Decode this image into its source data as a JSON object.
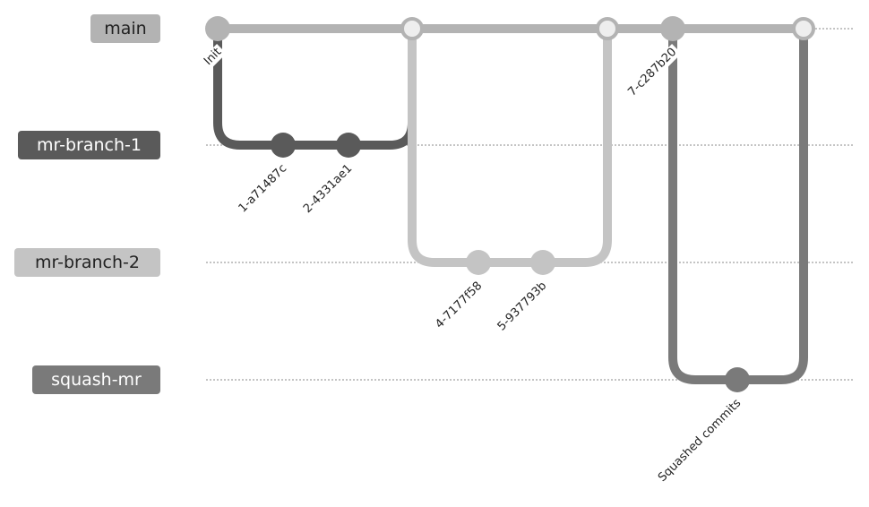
{
  "branches": [
    {
      "name": "main",
      "color": "#b3b3b3",
      "text_color": "#222222"
    },
    {
      "name": "mr-branch-1",
      "color": "#5a5a5a",
      "text_color": "#ffffff"
    },
    {
      "name": "mr-branch-2",
      "color": "#c4c4c4",
      "text_color": "#222222"
    },
    {
      "name": "squash-mr",
      "color": "#7a7a7a",
      "text_color": "#ffffff"
    }
  ],
  "commits": [
    {
      "id": "init",
      "label": "Init",
      "branch": "main"
    },
    {
      "id": "c1",
      "label": "1-a71487c",
      "branch": "mr-branch-1"
    },
    {
      "id": "c2",
      "label": "2-4331ae1",
      "branch": "mr-branch-1"
    },
    {
      "id": "c4",
      "label": "4-7177f58",
      "branch": "mr-branch-2"
    },
    {
      "id": "c5",
      "label": "5-937793b",
      "branch": "mr-branch-2"
    },
    {
      "id": "c7",
      "label": "7-c287b20",
      "branch": "main"
    },
    {
      "id": "sq",
      "label": "Squashed commits",
      "branch": "squash-mr"
    }
  ],
  "merges": [
    {
      "id": "merge-mr-branch-1",
      "branch": "main"
    },
    {
      "id": "merge-mr-branch-2",
      "branch": "main"
    },
    {
      "id": "merge-squash-mr",
      "branch": "main"
    }
  ]
}
